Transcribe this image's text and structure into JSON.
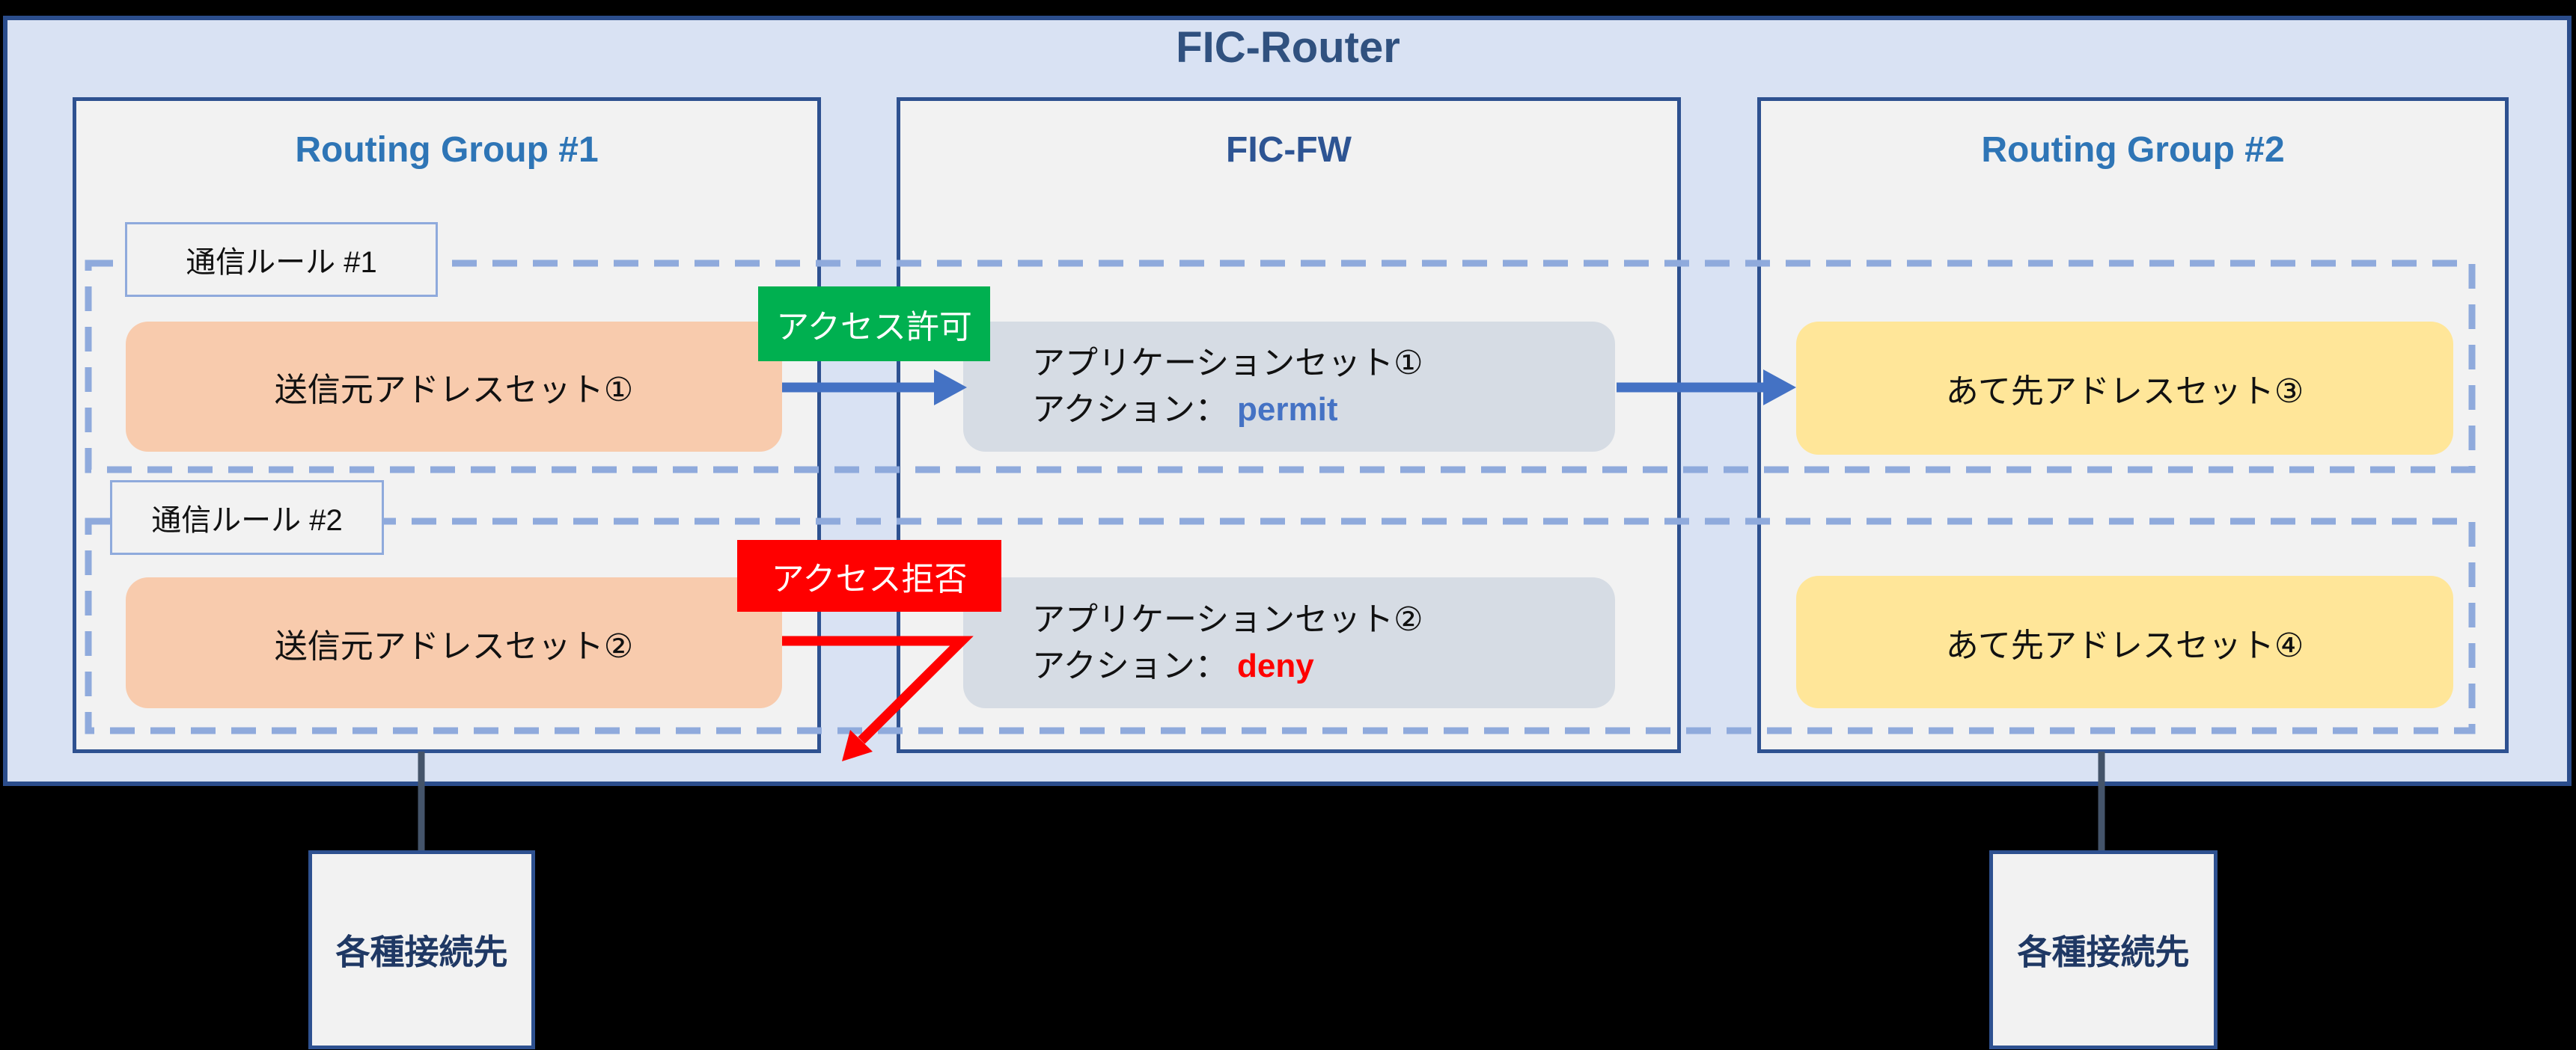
{
  "diagram": {
    "title": "FIC-Router",
    "groups": [
      {
        "title": "Routing Group #1"
      },
      {
        "title": "FIC-FW"
      },
      {
        "title": "Routing Group #2"
      }
    ],
    "rules": [
      {
        "label": "通信ルール #1",
        "source": "送信元アドレスセット①",
        "badge": "アクセス許可",
        "app_set": "アプリケーションセット①",
        "action_label": "アクション：",
        "action": "permit",
        "dest": "あて先アドレスセット③"
      },
      {
        "label": "通信ルール #2",
        "source": "送信元アドレスセット②",
        "badge": "アクセス拒否",
        "app_set": "アプリケーションセット②",
        "action_label": "アクション：",
        "action": "deny",
        "dest": "あて先アドレスセット④"
      }
    ],
    "endpoints": [
      {
        "label": "各種接続先"
      },
      {
        "label": "各種接続先"
      }
    ],
    "colors": {
      "outer_bg": "#D9E2F3",
      "panel_bg": "#F2F2F2",
      "border_blue": "#2F5496",
      "dashed_blue": "#8FAADC",
      "source_orange": "#F8CBAD",
      "app_gray": "#D6DCE4",
      "dest_yellow": "#FFE699",
      "allow_green": "#00B050",
      "deny_red": "#FF0000",
      "permit_text_blue": "#4472C4",
      "arrow_blue": "#4472C4",
      "connector_slate": "#44546A"
    }
  }
}
